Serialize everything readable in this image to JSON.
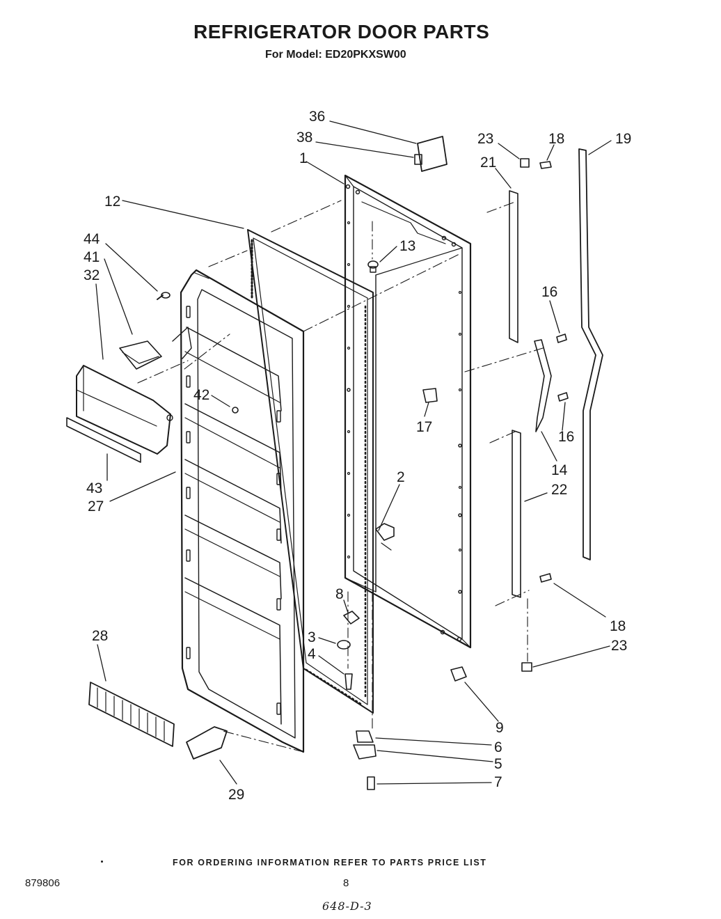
{
  "header": {
    "title": "REFRIGERATOR DOOR PARTS",
    "model": "For Model: ED20PKXSW00"
  },
  "callouts": [
    "36",
    "38",
    "1",
    "12",
    "44",
    "41",
    "32",
    "13",
    "42",
    "43",
    "27",
    "28",
    "29",
    "2",
    "8",
    "3",
    "4",
    "23",
    "18",
    "21",
    "19",
    "16",
    "16",
    "17",
    "14",
    "22",
    "18",
    "23",
    "9",
    "6",
    "5",
    "7"
  ],
  "footer": {
    "ordering_note": "FOR ORDERING INFORMATION REFER TO PARTS PRICE LIST",
    "doc_number": "879806",
    "page_number": "8",
    "handwritten": "648-D-3"
  }
}
